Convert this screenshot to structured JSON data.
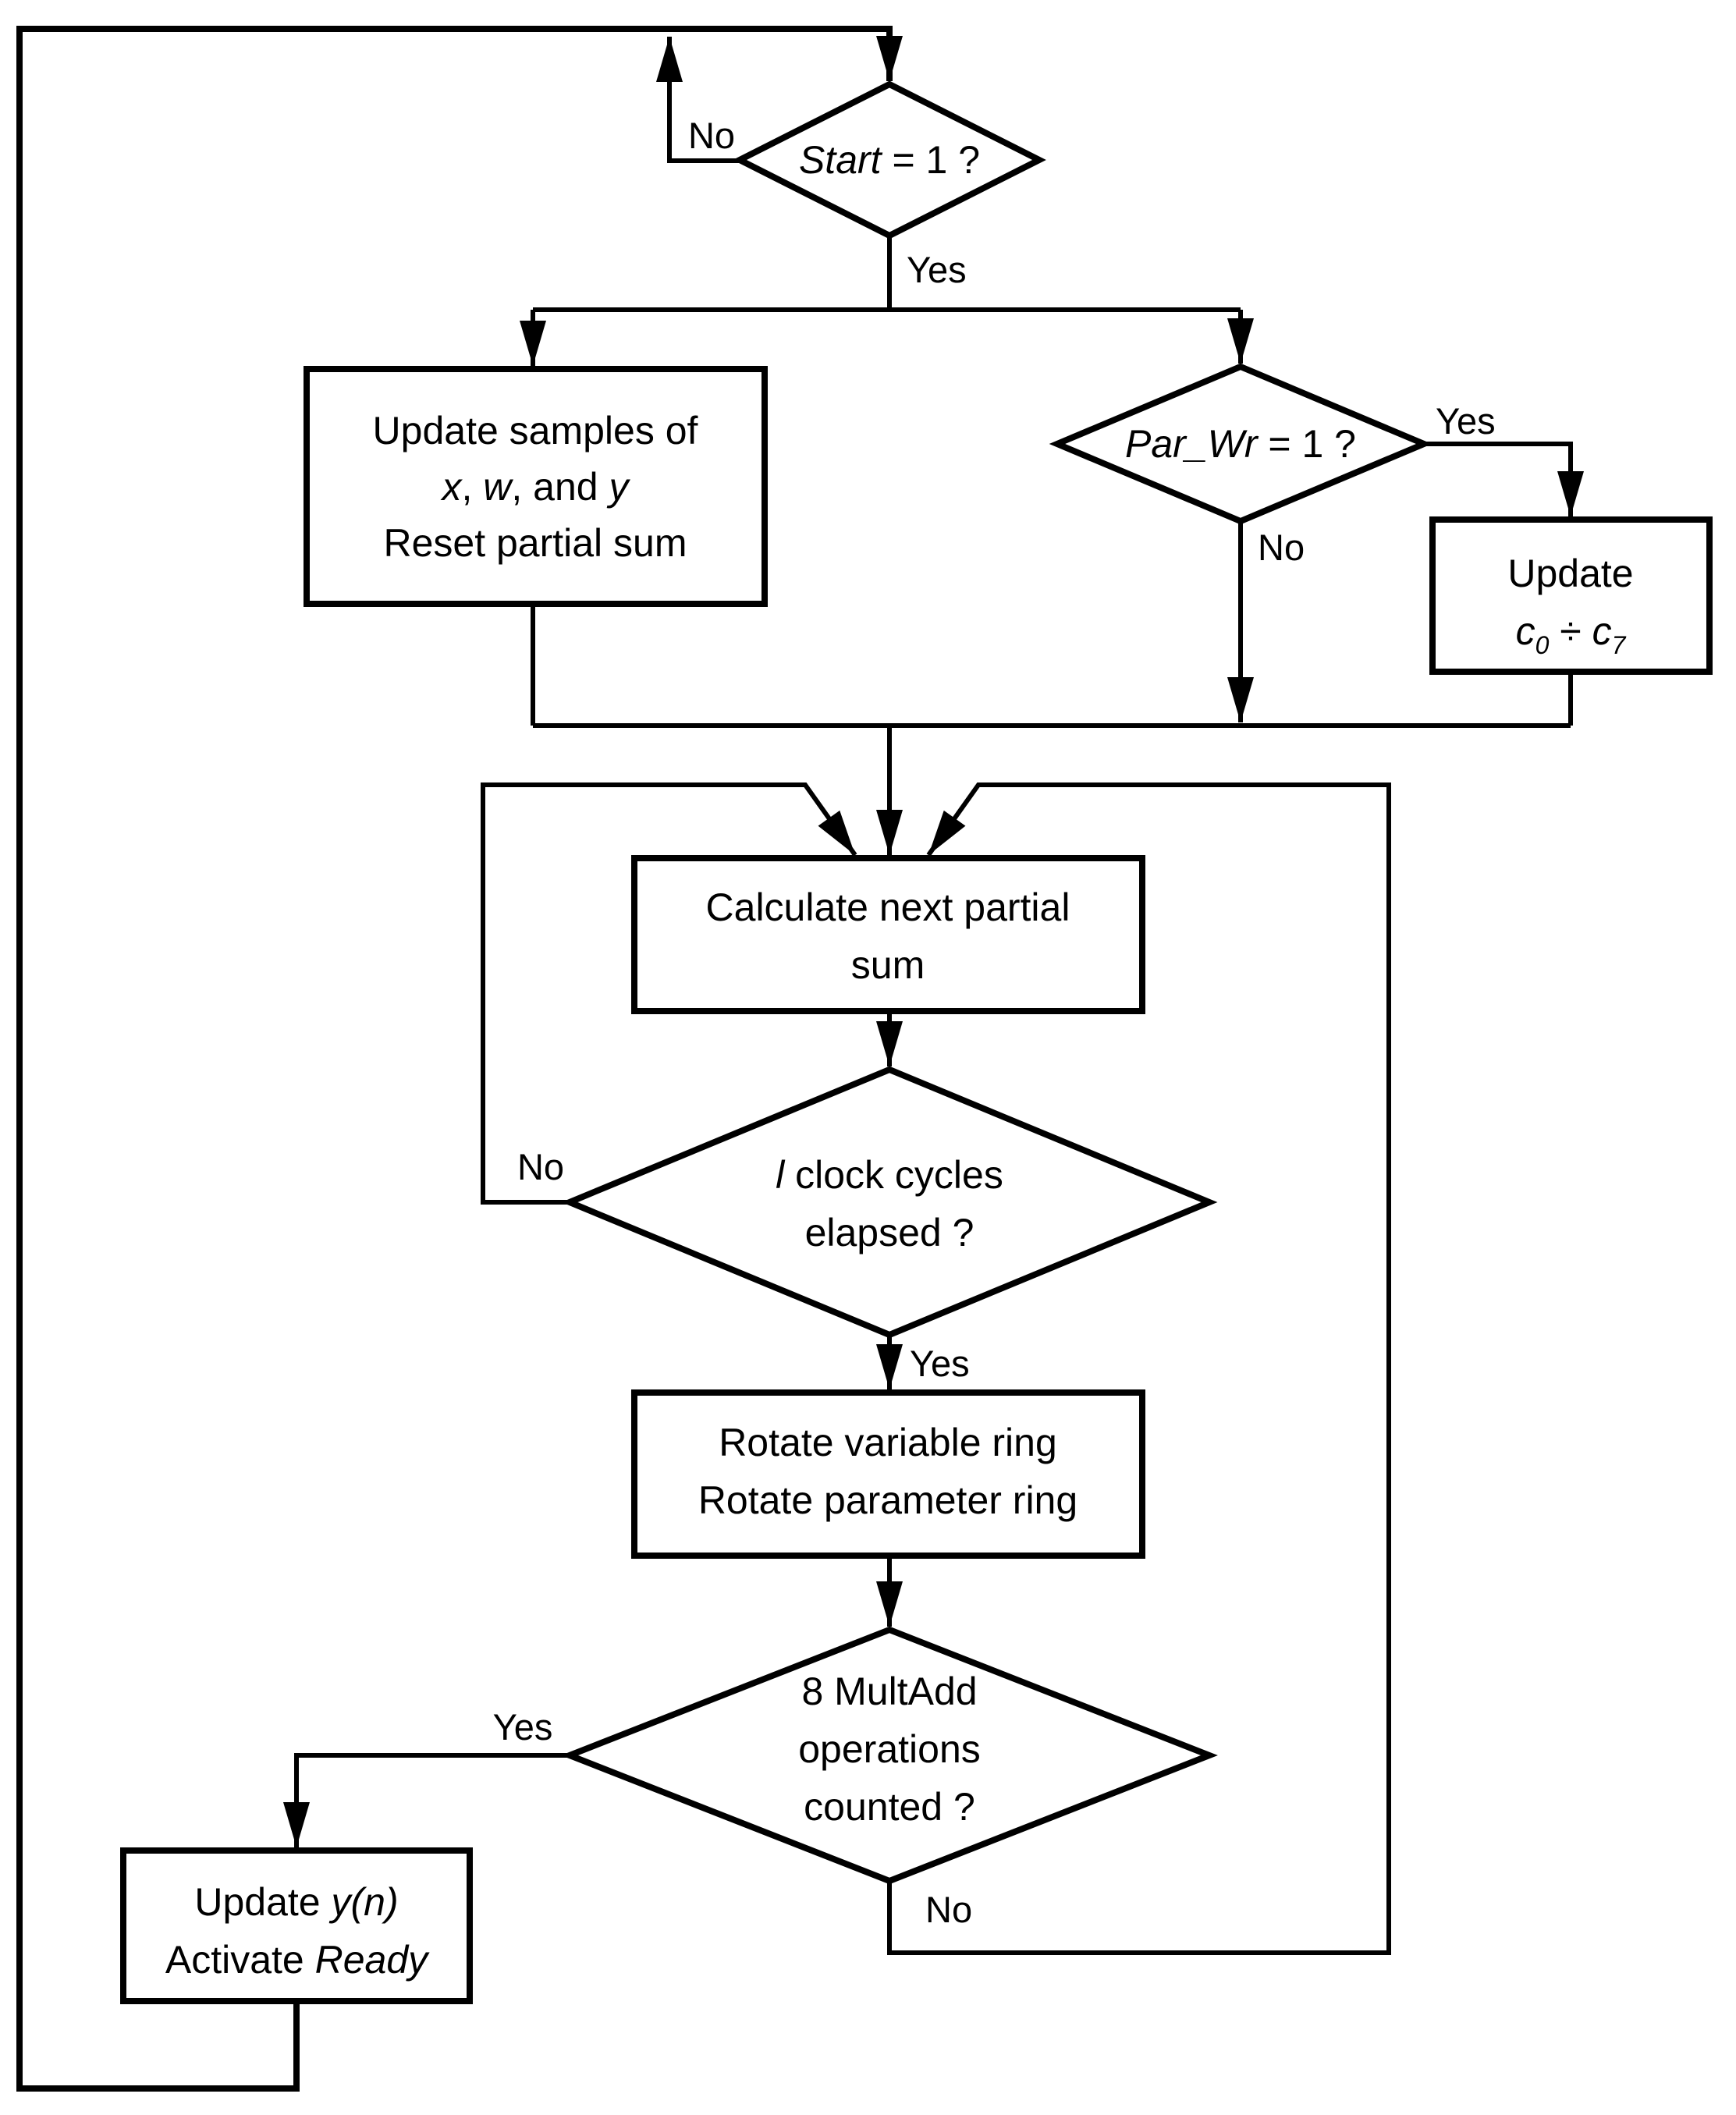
{
  "figure": {
    "type": "flowchart",
    "background_color": "#ffffff",
    "line_color": "#000000"
  },
  "nodes": {
    "start_decision": {
      "shape": "diamond",
      "var": "Start",
      "rest": " = 1 ?"
    },
    "update_samples": {
      "shape": "process",
      "line1": "Update samples of",
      "line2_x": "x",
      "line2_sep1": ", ",
      "line2_w": "w",
      "line2_sep2": ", and ",
      "line2_y": "y",
      "line3": "Reset partial sum"
    },
    "parwr_decision": {
      "shape": "diamond",
      "var": "Par_Wr",
      "rest": " = 1 ?"
    },
    "update_coeffs": {
      "shape": "process",
      "line1": "Update",
      "c_first": "c",
      "sub_first": "0",
      "divide_sign": " ÷ ",
      "c_last": "c",
      "sub_last": "7"
    },
    "calc_partial_sum": {
      "shape": "process",
      "line1": "Calculate next partial",
      "line2": "sum"
    },
    "clock_decision": {
      "shape": "diamond",
      "var": "l",
      "rest": " clock cycles",
      "line2": "elapsed ?"
    },
    "rotate_rings": {
      "shape": "process",
      "line1": "Rotate variable ring",
      "line2": "Rotate parameter ring"
    },
    "multadd_decision": {
      "shape": "diamond",
      "line1": "8 MultAdd",
      "line2": "operations",
      "line3": "counted ?"
    },
    "update_output": {
      "shape": "process",
      "line1_text": "Update ",
      "line1_var": "y(n)",
      "line2_text": "Activate ",
      "line2_var": "Ready"
    }
  },
  "edge_labels": {
    "start_no": "No",
    "start_yes": "Yes",
    "parwr_yes": "Yes",
    "parwr_no": "No",
    "clock_no": "No",
    "clock_yes": "Yes",
    "multadd_yes": "Yes",
    "multadd_no": "No"
  }
}
